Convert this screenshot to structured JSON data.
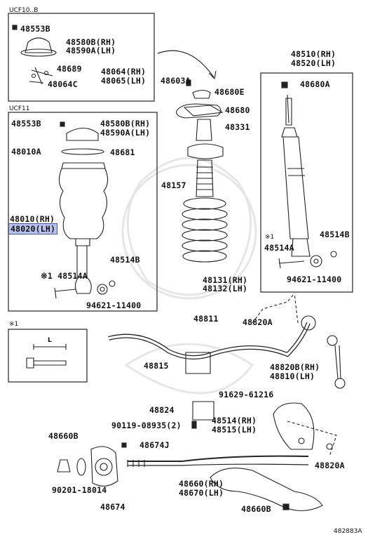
{
  "boxes": {
    "top": "UCF10..B",
    "mid": "UCF11",
    "note": "※1",
    "dim": "L"
  },
  "footer": "482883A",
  "labels": {
    "p48553B_a": "48553B",
    "p48580B_a": "48580B(RH)",
    "p48590A_a": "48590A(LH)",
    "p48689": "48689",
    "p48064": "48064(RH)",
    "p48065": "48065(LH)",
    "p48064C": "48064C",
    "p48553B_b": "48553B",
    "p48580B_b": "48580B(RH)",
    "p48590A_b": "48590A(LH)",
    "p48010A": "48010A",
    "p48681": "48681",
    "p48010": "48010(RH)",
    "p48020": "48020(LH)",
    "p48514B_a": "48514B",
    "p48514A_a": "※1 48514A",
    "p94621_a": "94621-11400",
    "p48603A": "48603A",
    "p48680E": "48680E",
    "p48680": "48680",
    "p48331": "48331",
    "p48157": "48157",
    "p48131": "48131(RH)",
    "p48132": "48132(LH)",
    "p48510": "48510(RH)",
    "p48520": "48520(LH)",
    "p48680A": "48680A",
    "p48514B_b": "48514B",
    "p48514A_b_mark": "※1",
    "p48514A_b": "48514A",
    "p94621_b": "94621-11400",
    "p48811": "48811",
    "p48820A_a": "48820A",
    "p48815": "48815",
    "p48820B": "48820B(RH)",
    "p48810": "48810(LH)",
    "p91629": "91629-61216",
    "p48824": "48824",
    "p90119": "90119-08935(2)",
    "p48514": "48514(RH)",
    "p48515": "48515(LH)",
    "p48660B_a": "48660B",
    "p48674J": "48674J",
    "p48820A_b": "48820A",
    "p90201": "90201-18014",
    "p48660": "48660(RH)",
    "p48670": "48670(LH)",
    "p48674": "48674",
    "p48660B_b": "48660B"
  },
  "colors": {
    "highlight": "#b7c3e6",
    "line": "#222222",
    "watermark": "#e3e3e3"
  }
}
